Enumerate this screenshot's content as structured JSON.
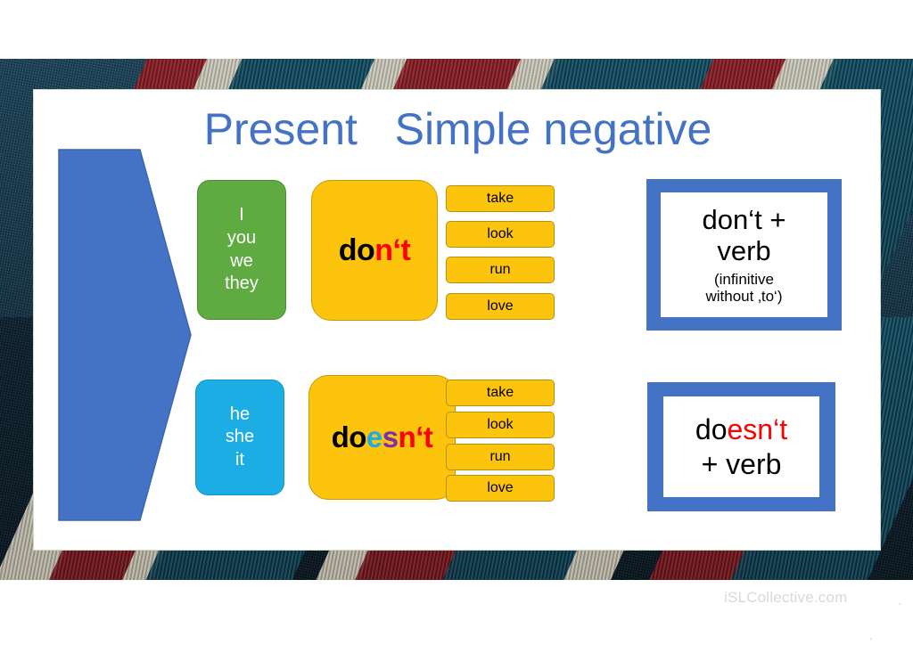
{
  "slide": {
    "title": "Present   Simple negative",
    "title_color": "#4472C4"
  },
  "arrow": {
    "label": "right-pointing-chevron",
    "color": "#4472C4"
  },
  "rows": [
    {
      "pronouns": [
        "I",
        "you",
        "we",
        "they"
      ],
      "pronoun_box_color": "#5FAB41",
      "auxiliary": {
        "parts": [
          {
            "text": "do",
            "color": "#000000"
          },
          {
            "text": "n‘t",
            "color": "#FF0000"
          }
        ],
        "plain": "don‘t",
        "box_color": "#FCC40D"
      },
      "verbs": [
        "take",
        "look",
        "run",
        "love"
      ],
      "rule": {
        "main": "don‘t +\nverb",
        "sub": "(infinitive\nwithout ‚to‘)",
        "frame_color": "#4472C4"
      }
    },
    {
      "pronouns": [
        "he",
        "she",
        "it"
      ],
      "pronoun_box_color": "#1CADE4",
      "auxiliary": {
        "parts": [
          {
            "text": "do",
            "color": "#000000"
          },
          {
            "text": "e",
            "color": "#1CADE4"
          },
          {
            "text": "s",
            "color": "#7B2FA8"
          },
          {
            "text": "n‘t",
            "color": "#FF0000"
          }
        ],
        "plain": "doesn‘t",
        "box_color": "#FCC40D"
      },
      "verbs": [
        "take",
        "look",
        "run",
        "love"
      ],
      "rule": {
        "main_black_prefix": "do",
        "main_red": "esn‘t",
        "main_second_line": "+ verb",
        "frame_color": "#4472C4"
      }
    }
  ],
  "watermark": {
    "text": "iSLCollective.com",
    "dot": ".",
    "dot2": "."
  }
}
